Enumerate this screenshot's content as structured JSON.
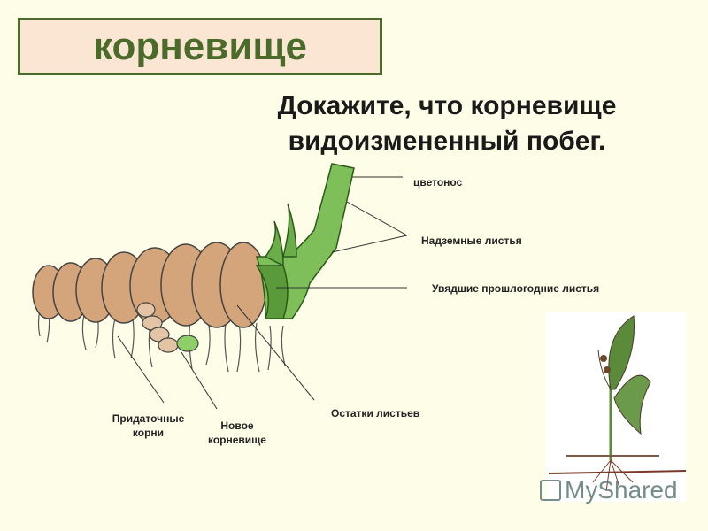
{
  "title": "корневище",
  "question": {
    "line1": "Докажите, что корневище",
    "line2": "видоизмененный побег."
  },
  "labels": {
    "peduncle": "цветонос",
    "above_ground_leaves": "Надземные листья",
    "withered_leaves": "Увядшие прошлогодние листья",
    "leaf_remains": "Остатки листьев",
    "adventitious_roots_1": "Придаточные",
    "adventitious_roots_2": "корни",
    "new_rhizome_1": "Новое",
    "new_rhizome_2": "корневище"
  },
  "watermark": "MyShared",
  "colors": {
    "background": "#fefde8",
    "title_box_fill": "#fbe6d4",
    "title_accent": "#4a6b2a",
    "rhizome": "#d4a57a",
    "leaf_green": "#7fbf5a"
  }
}
